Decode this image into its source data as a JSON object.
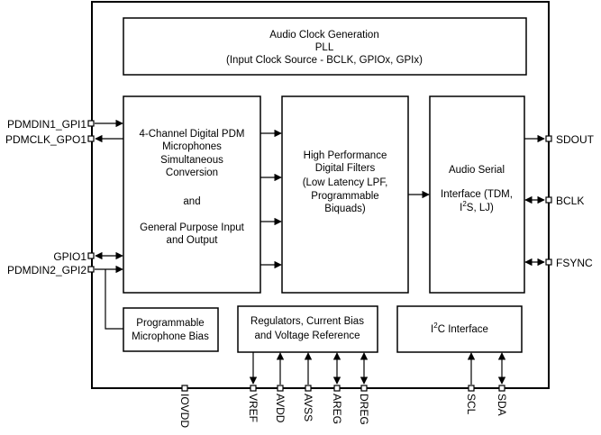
{
  "blocks": {
    "audio_clock": {
      "line1": "Audio Clock Generation",
      "line2": "PLL",
      "line3": "(Input Clock Source - BCLK, GPIOx, GPIx)"
    },
    "pdm": {
      "line1": "4-Channel Digital PDM",
      "line2": "Microphones",
      "line3": "Simultaneous",
      "line4": "Conversion",
      "line5": "and",
      "line6": "General Purpose Input",
      "line7": "and Output"
    },
    "filters": {
      "line1": "High Performance",
      "line2": "Digital Filters",
      "line3": "(Low Latency LPF,",
      "line4": "Programmable",
      "line5": "Biquads)"
    },
    "serial": {
      "line1": "Audio Serial",
      "line2": "Interface (TDM,",
      "line3_a": "I",
      "line3_sup": "2",
      "line3_b": "S, LJ)"
    },
    "mic_bias": {
      "line1": "Programmable",
      "line2": "Microphone Bias"
    },
    "regulators": {
      "line1": "Regulators, Current Bias",
      "line2": "and  Voltage Reference"
    },
    "i2c": {
      "a": "I",
      "sup": "2",
      "b": "C Interface"
    }
  },
  "pins": {
    "left": {
      "pdmdin1": "PDMDIN1_GPI1",
      "pdmclk": "PDMCLK_GPO1",
      "gpio1": "GPIO1",
      "pdmdin2": "PDMDIN2_GPI2"
    },
    "right": {
      "sdout": "SDOUT",
      "bclk": "BCLK",
      "fsync": "FSYNC"
    },
    "bottom": {
      "iovdd": "IOVDD",
      "vref": "VREF",
      "avdd": "AVDD",
      "avss": "AVSS",
      "areg": "AREG",
      "dreg": "DREG",
      "scl": "SCL",
      "sda": "SDA"
    }
  }
}
